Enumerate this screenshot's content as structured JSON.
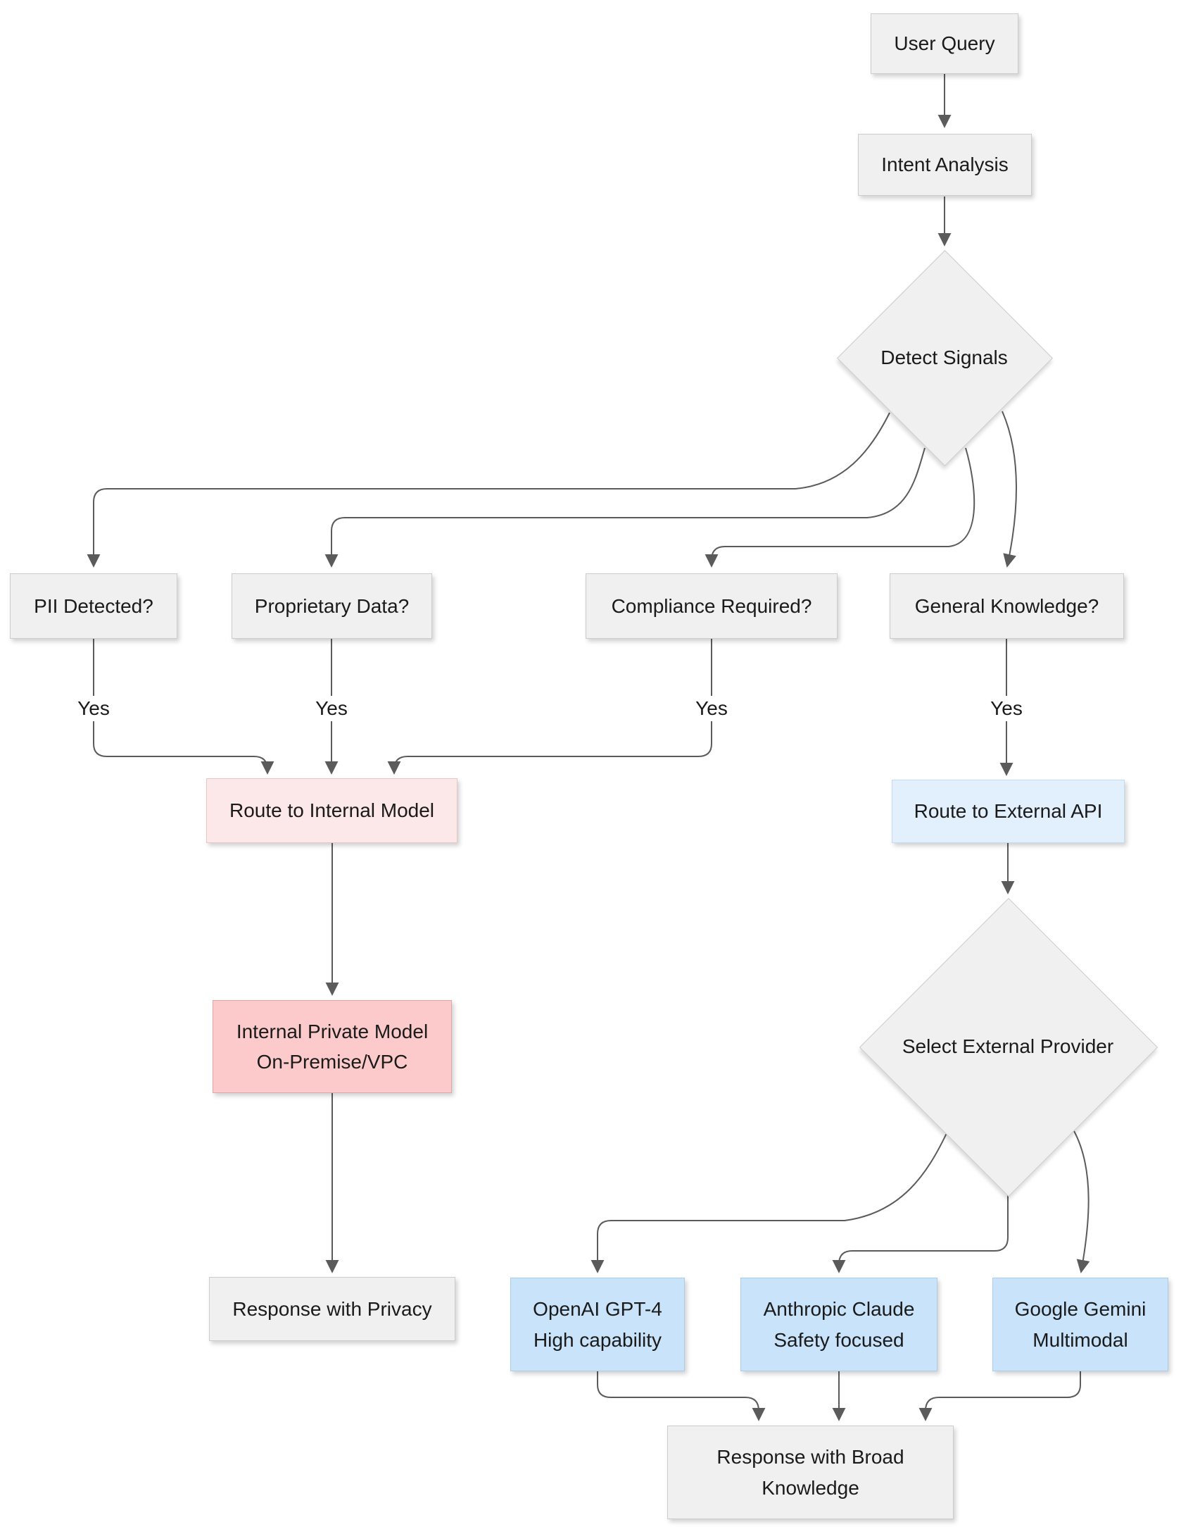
{
  "palette": {
    "node_gray": "#f0f0f0",
    "node_border": "#cccccc",
    "pink_light": "#fce8e8",
    "pink_light_border": "#e6c6c6",
    "pink_strong": "#fccaca",
    "pink_strong_border": "#dfa8a8",
    "blue_light": "#e2effc",
    "blue_light_border": "#c3daf0",
    "blue_strong": "#c8e3fa",
    "blue_strong_border": "#aecbe8",
    "edge": "#5b5b5b",
    "text": "#1a1a1a"
  },
  "labels": {
    "yes": "Yes"
  },
  "nodes": {
    "user_query": {
      "label": "User Query"
    },
    "intent_analysis": {
      "label": "Intent Analysis"
    },
    "detect_signals": {
      "label": "Detect Signals"
    },
    "pii": {
      "label": "PII Detected?"
    },
    "proprietary": {
      "label": "Proprietary Data?"
    },
    "compliance": {
      "label": "Compliance Required?"
    },
    "general": {
      "label": "General Knowledge?"
    },
    "route_internal": {
      "label": "Route to Internal Model"
    },
    "route_external": {
      "label": "Route to External API"
    },
    "internal_private": {
      "lines": [
        "Internal Private Model",
        "On-Premise/VPC"
      ]
    },
    "select_provider": {
      "label": "Select External Provider"
    },
    "response_privacy": {
      "label": "Response with Privacy"
    },
    "openai": {
      "lines": [
        "OpenAI GPT-4",
        "High capability"
      ]
    },
    "anthropic": {
      "lines": [
        "Anthropic Claude",
        "Safety focused"
      ]
    },
    "gemini": {
      "lines": [
        "Google Gemini",
        "Multimodal"
      ]
    },
    "response_broad": {
      "lines": [
        "Response with Broad",
        "Knowledge"
      ]
    }
  }
}
